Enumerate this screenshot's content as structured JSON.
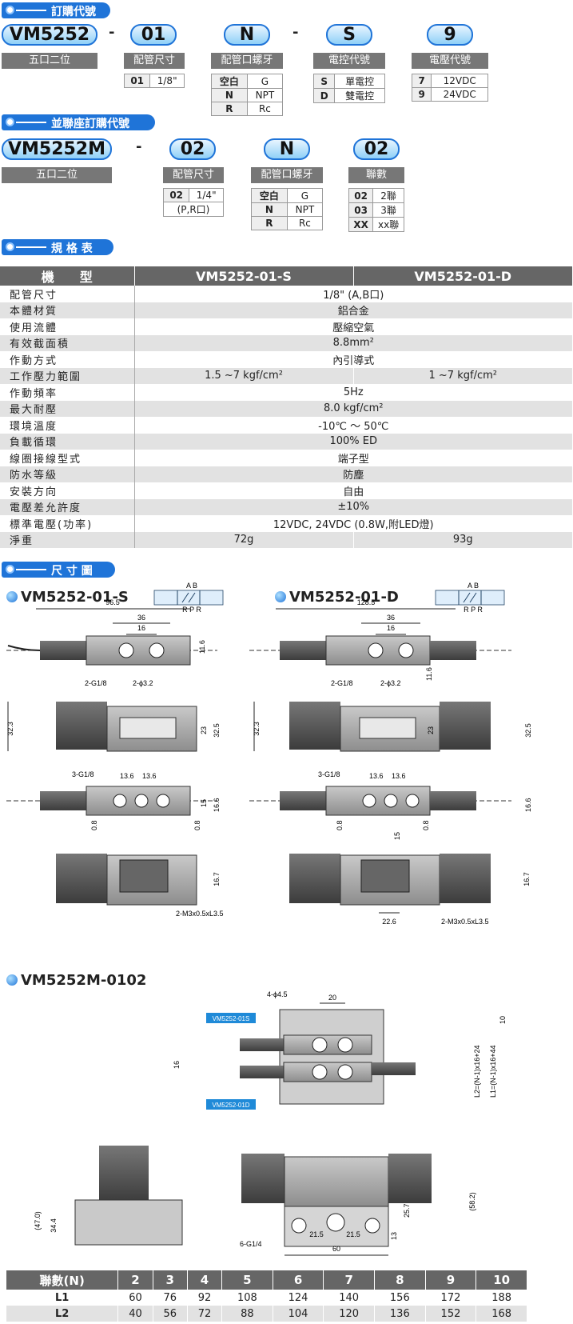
{
  "section1": {
    "title": "訂購代號"
  },
  "order": {
    "model": "VM5252",
    "model_label": "五口二位",
    "dash1": "-",
    "dash2": "-",
    "port": {
      "code": "01",
      "label": "配管尺寸",
      "rows": [
        [
          "01",
          "1/8\""
        ]
      ]
    },
    "thread": {
      "code": "N",
      "label": "配管口螺牙",
      "rows": [
        [
          "空白",
          "G"
        ],
        [
          "N",
          "NPT"
        ],
        [
          "R",
          "Rc"
        ]
      ]
    },
    "ctrl": {
      "code": "S",
      "label": "電控代號",
      "rows": [
        [
          "S",
          "單電控"
        ],
        [
          "D",
          "雙電控"
        ]
      ]
    },
    "volt": {
      "code": "9",
      "label": "電壓代號",
      "rows": [
        [
          "7",
          "12VDC"
        ],
        [
          "9",
          "24VDC"
        ]
      ]
    }
  },
  "section2": {
    "title": "並聯座訂購代號"
  },
  "manifold": {
    "model": "VM5252M",
    "model_label": "五口二位",
    "dash1": "-",
    "port": {
      "code": "02",
      "label": "配管尺寸",
      "rows": [
        [
          "02",
          "1/4\""
        ]
      ],
      "note": "(P,R口)"
    },
    "thread": {
      "code": "N",
      "label": "配管口螺牙",
      "rows": [
        [
          "空白",
          "G"
        ],
        [
          "N",
          "NPT"
        ],
        [
          "R",
          "Rc"
        ]
      ]
    },
    "units": {
      "code": "02",
      "label": "聯數",
      "rows": [
        [
          "02",
          "2聯"
        ],
        [
          "03",
          "3聯"
        ],
        [
          "XX",
          "xx聯"
        ]
      ]
    }
  },
  "section3": {
    "title": "規 格 表"
  },
  "spec": {
    "headers": [
      "機　　型",
      "VM5252-01-S",
      "VM5252-01-D"
    ],
    "rows": [
      {
        "name": "配管尺寸",
        "s": "1/8\" (A,B口)"
      },
      {
        "name": "本體材質",
        "s": "鋁合金"
      },
      {
        "name": "使用流體",
        "s": "壓縮空氣"
      },
      {
        "name": "有效截面積",
        "s": "8.8mm²"
      },
      {
        "name": "作動方式",
        "s": "內引導式"
      },
      {
        "name": "工作壓力範圍",
        "a": "1.5 ~7 kgf/cm²",
        "b": "1 ~7 kgf/cm²"
      },
      {
        "name": "作動頻率",
        "s": "5Hz"
      },
      {
        "name": "最大耐壓",
        "s": "8.0 kgf/cm²"
      },
      {
        "name": "環境溫度",
        "s": "-10℃ ～ 50℃"
      },
      {
        "name": "負載循環",
        "s": "100% ED"
      },
      {
        "name": "線圈接線型式",
        "s": "端子型"
      },
      {
        "name": "防水等級",
        "s": "防塵"
      },
      {
        "name": "安裝方向",
        "s": "自由"
      },
      {
        "name": "電壓差允許度",
        "s": "±10%"
      },
      {
        "name": "標準電壓(功率)",
        "s": "12VDC, 24VDC  (0.8W,附LED燈)"
      },
      {
        "name": "淨重",
        "a": "72g",
        "b": "93g"
      }
    ]
  },
  "section4": {
    "title": "尺 寸 圖"
  },
  "dim": {
    "s_model": "VM5252-01-S",
    "d_model": "VM5252-01-D",
    "m_model": "VM5252M-0102",
    "sym_s": "A B",
    "sym_s2": "R P R",
    "sym_d2": "R P R",
    "s": {
      "w": "96.5",
      "c36": "36",
      "c16": "16",
      "h": "11.6",
      "g": "2-G1/8",
      "d": "2-ϕ3.2",
      "h2": "32.3",
      "h3": "23",
      "h4": "32.5",
      "g3": "3-G1/8",
      "p1": "13.6",
      "p2": "13.6",
      "h5": "15",
      "h6": "16.6",
      "e1": "0.8",
      "e2": "0.8",
      "h7": "16.7",
      "m3": "2-M3x0.5xL3.5"
    },
    "d": {
      "w": "128.5",
      "c36": "36",
      "c16": "16",
      "h": "11.6",
      "g": "2-G1/8",
      "d": "2-ϕ3.2",
      "h2": "32.3",
      "h3": "23",
      "h4": "32.5",
      "g3": "3-G1/8",
      "p1": "13.6",
      "p2": "13.6",
      "h5": "15",
      "h6": "16.6",
      "e1": "0.8",
      "e2": "0.8",
      "h7": "16.7",
      "w2": "22.6",
      "m3": "2-M3x0.5xL3.5"
    },
    "m": {
      "hole": "4-ϕ4.5",
      "p20": "20",
      "tag1": "VM5252-01S",
      "tag2": "VM5252-01D",
      "v16": "16",
      "v10": "10",
      "l2": "L2=(N-1)x16+24",
      "l1": "L1=(N-1)x16+44",
      "h47": "(47.0)",
      "h34": "34.4",
      "g6": "6-G1/4",
      "a21": "21.5",
      "b21": "21.5",
      "w60": "60",
      "h13": "13",
      "h25": "25.7",
      "h58": "(58.2)"
    }
  },
  "units_table": {
    "head": [
      "聯數(N)",
      "2",
      "3",
      "4",
      "5",
      "6",
      "7",
      "8",
      "9",
      "10"
    ],
    "l1": [
      "L1",
      "60",
      "76",
      "92",
      "108",
      "124",
      "140",
      "156",
      "172",
      "188"
    ],
    "l2": [
      "L2",
      "40",
      "56",
      "72",
      "88",
      "104",
      "120",
      "136",
      "152",
      "168"
    ]
  }
}
